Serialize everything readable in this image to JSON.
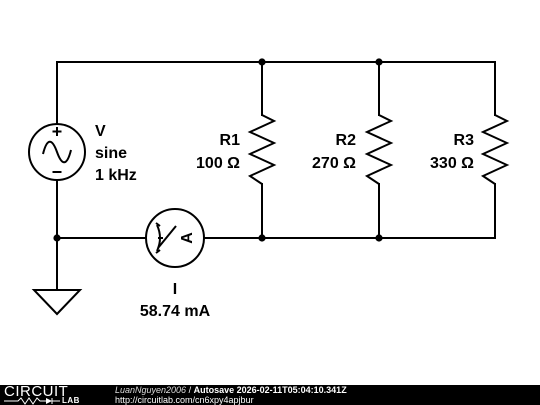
{
  "circuit": {
    "source": {
      "name": "V",
      "type": "sine",
      "frequency": "1 kHz"
    },
    "resistors": [
      {
        "name": "R1",
        "value": "100 Ω"
      },
      {
        "name": "R2",
        "value": "270 Ω"
      },
      {
        "name": "R3",
        "value": "330 Ω"
      }
    ],
    "ammeter": {
      "symbol": "A",
      "name": "I",
      "reading": "58.74 mA"
    }
  },
  "footer": {
    "logo_top": "CIRCUIT",
    "logo_bottom": "LAB",
    "author": "LuanNguyen2006",
    "separator": " / ",
    "title": "Autosave 2026-02-11T05:04:10.341Z",
    "url": "http://circuitlab.com/cn6xpy4apjbur"
  }
}
